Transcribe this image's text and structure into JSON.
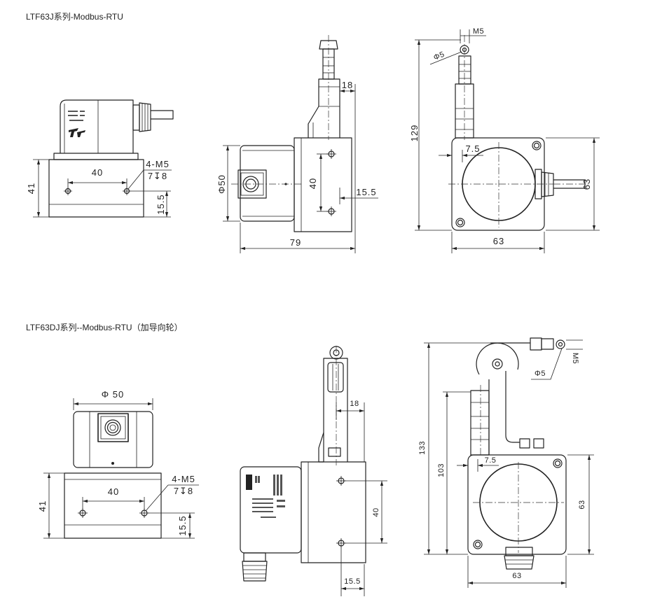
{
  "titles": {
    "top": "LTF63J系列-Modbus-RTU",
    "bottom": "LTF63DJ系列--Modbus-RTU（加导向轮）"
  },
  "views": {
    "j_side": {
      "hole_spacing": "40",
      "height": "41",
      "thread": "4-M5",
      "depth": "7↧8",
      "hole_offset": "15.5"
    },
    "j_front": {
      "diameter": "Φ50",
      "hole_spacing": "40",
      "hole_offset": "15.5",
      "outlet_offset": "18",
      "length": "79"
    },
    "j_top": {
      "thread": "M5",
      "ring_diameter": "Φ5",
      "height": "129",
      "offset": "7.5",
      "side_height": "63",
      "side_width": "63"
    },
    "dj_side": {
      "diameter": "Φ 50",
      "height": "41",
      "hole_spacing": "40",
      "thread": "4-M5",
      "depth": "7↧8",
      "hole_offset": "15.5"
    },
    "dj_front": {
      "wheel_offset": "18",
      "hole_spacing": "40",
      "hole_offset": "15.5"
    },
    "dj_top": {
      "height_total": "133",
      "height_rod": "103",
      "offset": "7.5",
      "side_height": "63",
      "side_width": "63",
      "thread": "M5",
      "ring_diameter": "Φ5"
    }
  },
  "colors": {
    "line": "#222222",
    "background": "#ffffff"
  }
}
